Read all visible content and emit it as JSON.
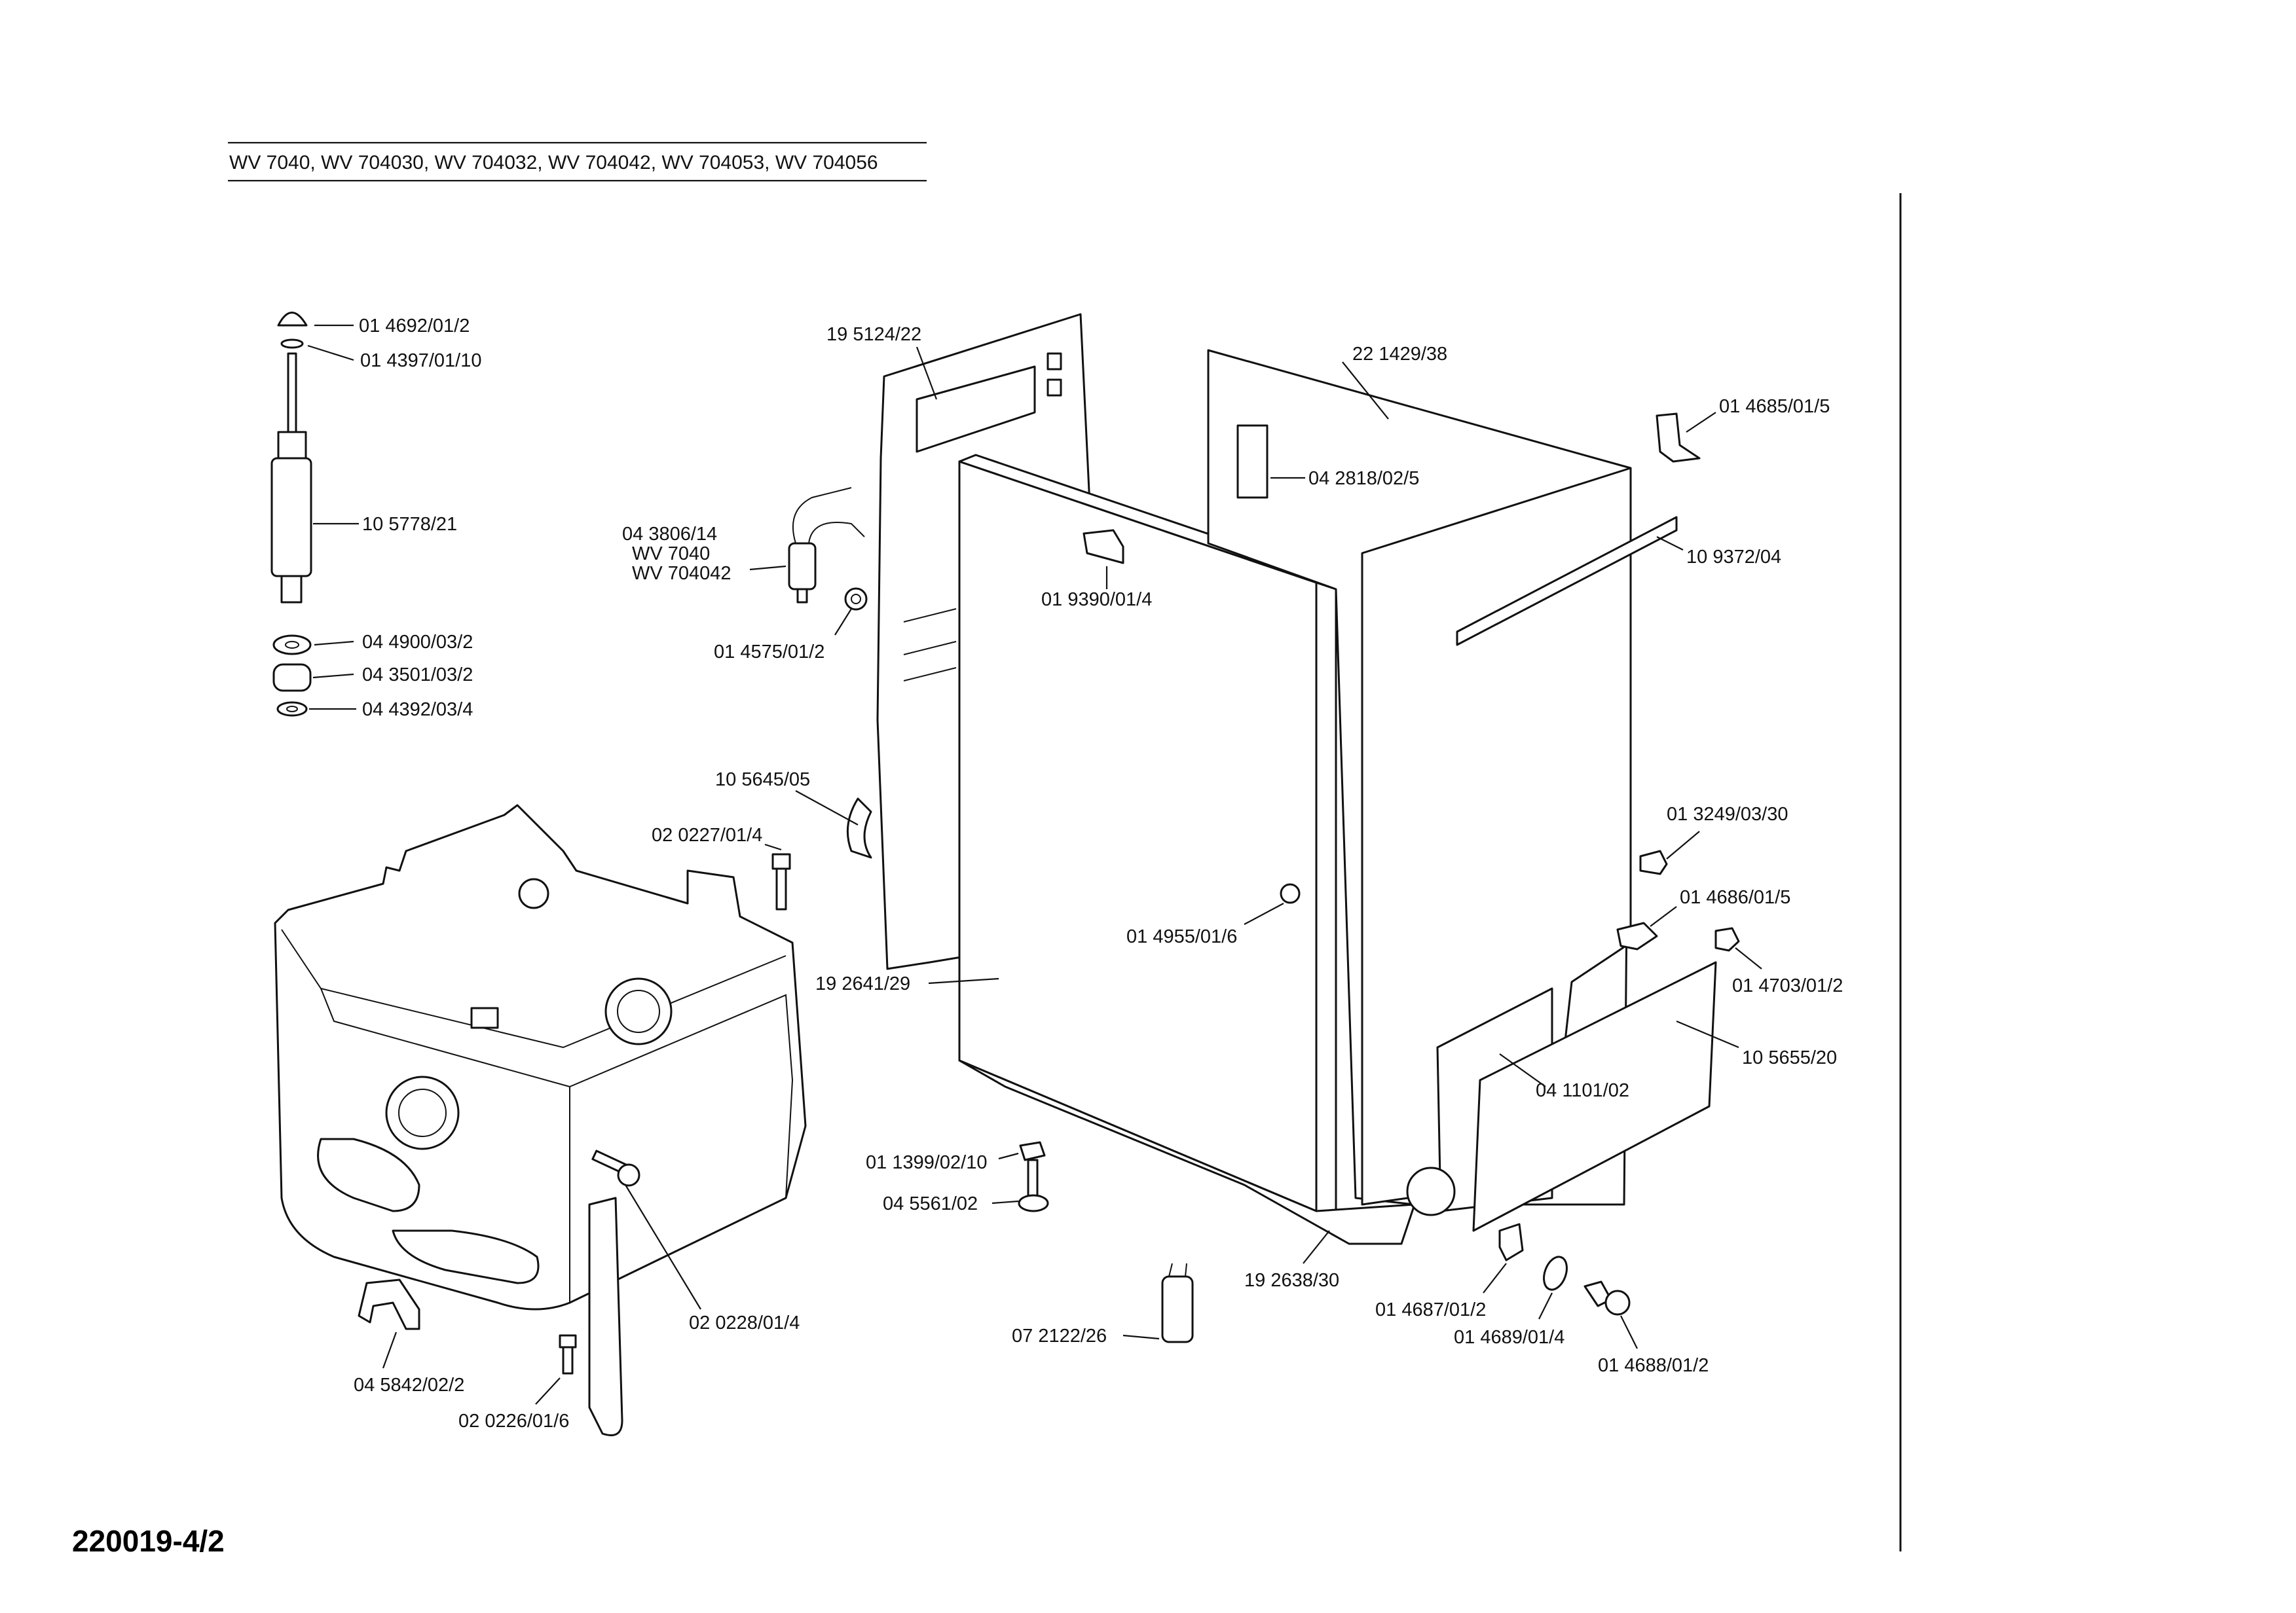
{
  "header": {
    "models": "WV 7040, WV 704030, WV 704032, WV 704042, WV 704053, WV 704056"
  },
  "document_number": "220019-4/2",
  "labels": {
    "p014692": "01 4692/01/2",
    "p014397": "01 4397/01/10",
    "p105778": "10 5778/21",
    "p044900": "04 4900/03/2",
    "p043501": "04 3501/03/2",
    "p044392": "04 4392/03/4",
    "p195124": "19 5124/22",
    "p043806": "04 3806/14",
    "p043806_note1": "WV 7040",
    "p043806_note2": "WV 704042",
    "p014575": "01 4575/01/2",
    "p019390": "01 9390/01/4",
    "p221429": "22 1429/38",
    "p042818": "04 2818/02/5",
    "p014685": "01 4685/01/5",
    "p109372": "10 9372/04",
    "p105645": "10 5645/05",
    "p020227": "02 0227/01/4",
    "p013249": "01 3249/03/30",
    "p014686": "01 4686/01/5",
    "p014955": "01 4955/01/6",
    "p014703": "01 4703/01/2",
    "p192641": "19 2641/29",
    "p105655": "10 5655/20",
    "p041101": "04 1101/02",
    "p011399": "01 1399/02/10",
    "p045561": "04 5561/02",
    "p020228": "02 0228/01/4",
    "p192638": "19 2638/30",
    "p014687": "01 4687/01/2",
    "p014689": "01 4689/01/4",
    "p014688": "01 4688/01/2",
    "p072122": "07 2122/26",
    "p045842": "04 5842/02/2",
    "p020226": "02 0226/01/6"
  }
}
